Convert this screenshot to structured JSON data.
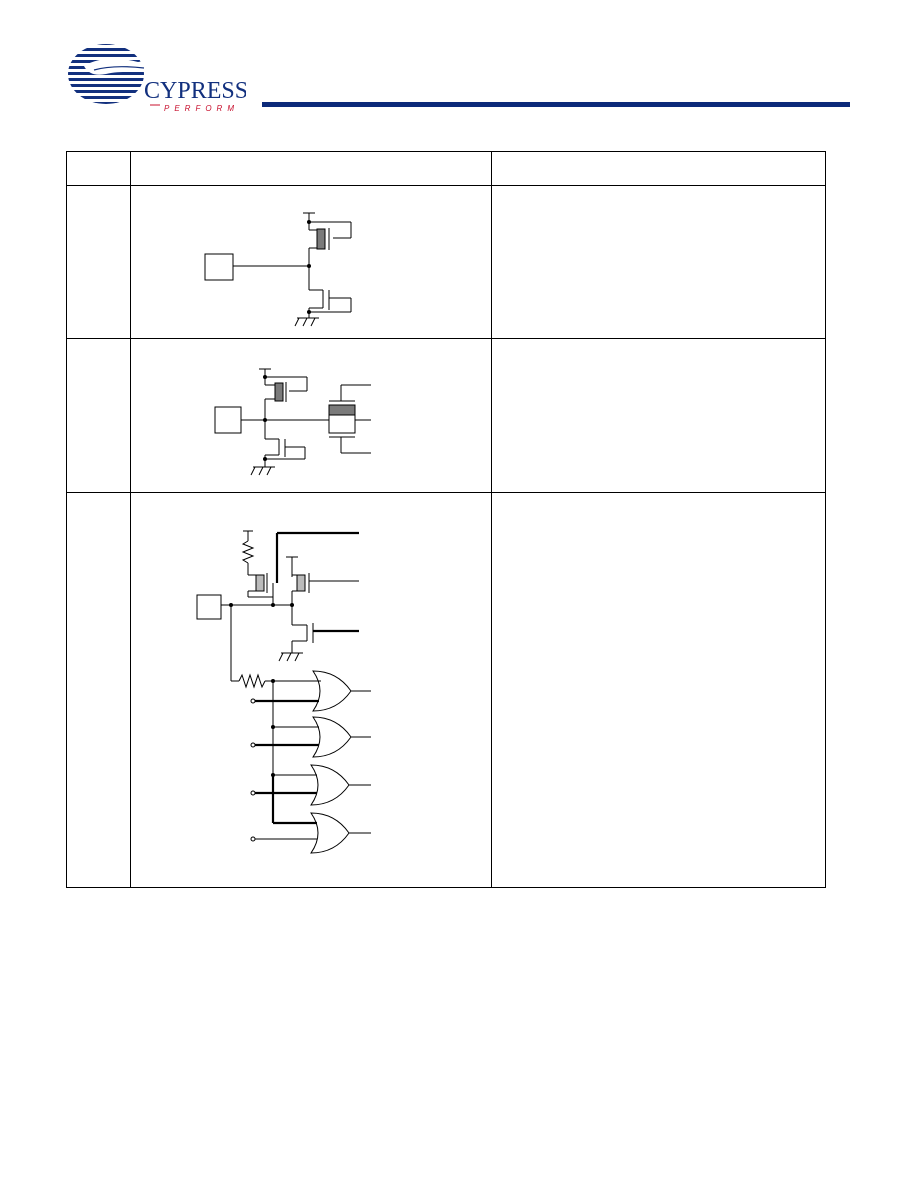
{
  "header": {
    "logo": {
      "brand": "CYPRESS",
      "tagline": "PERFORM",
      "colors": {
        "navy": "#12307e",
        "red": "#c8102e",
        "rule": "#0c2a7a"
      }
    }
  },
  "table": {
    "columns": [
      "",
      "",
      ""
    ],
    "rows": [
      {
        "id": "",
        "description": "",
        "schematic": "cmos-inverter-output"
      },
      {
        "id": "",
        "description": "",
        "schematic": "inverter-with-pass-gate"
      },
      {
        "id": "",
        "description": "",
        "schematic": "bidirectional-io-with-or-gates"
      }
    ]
  }
}
